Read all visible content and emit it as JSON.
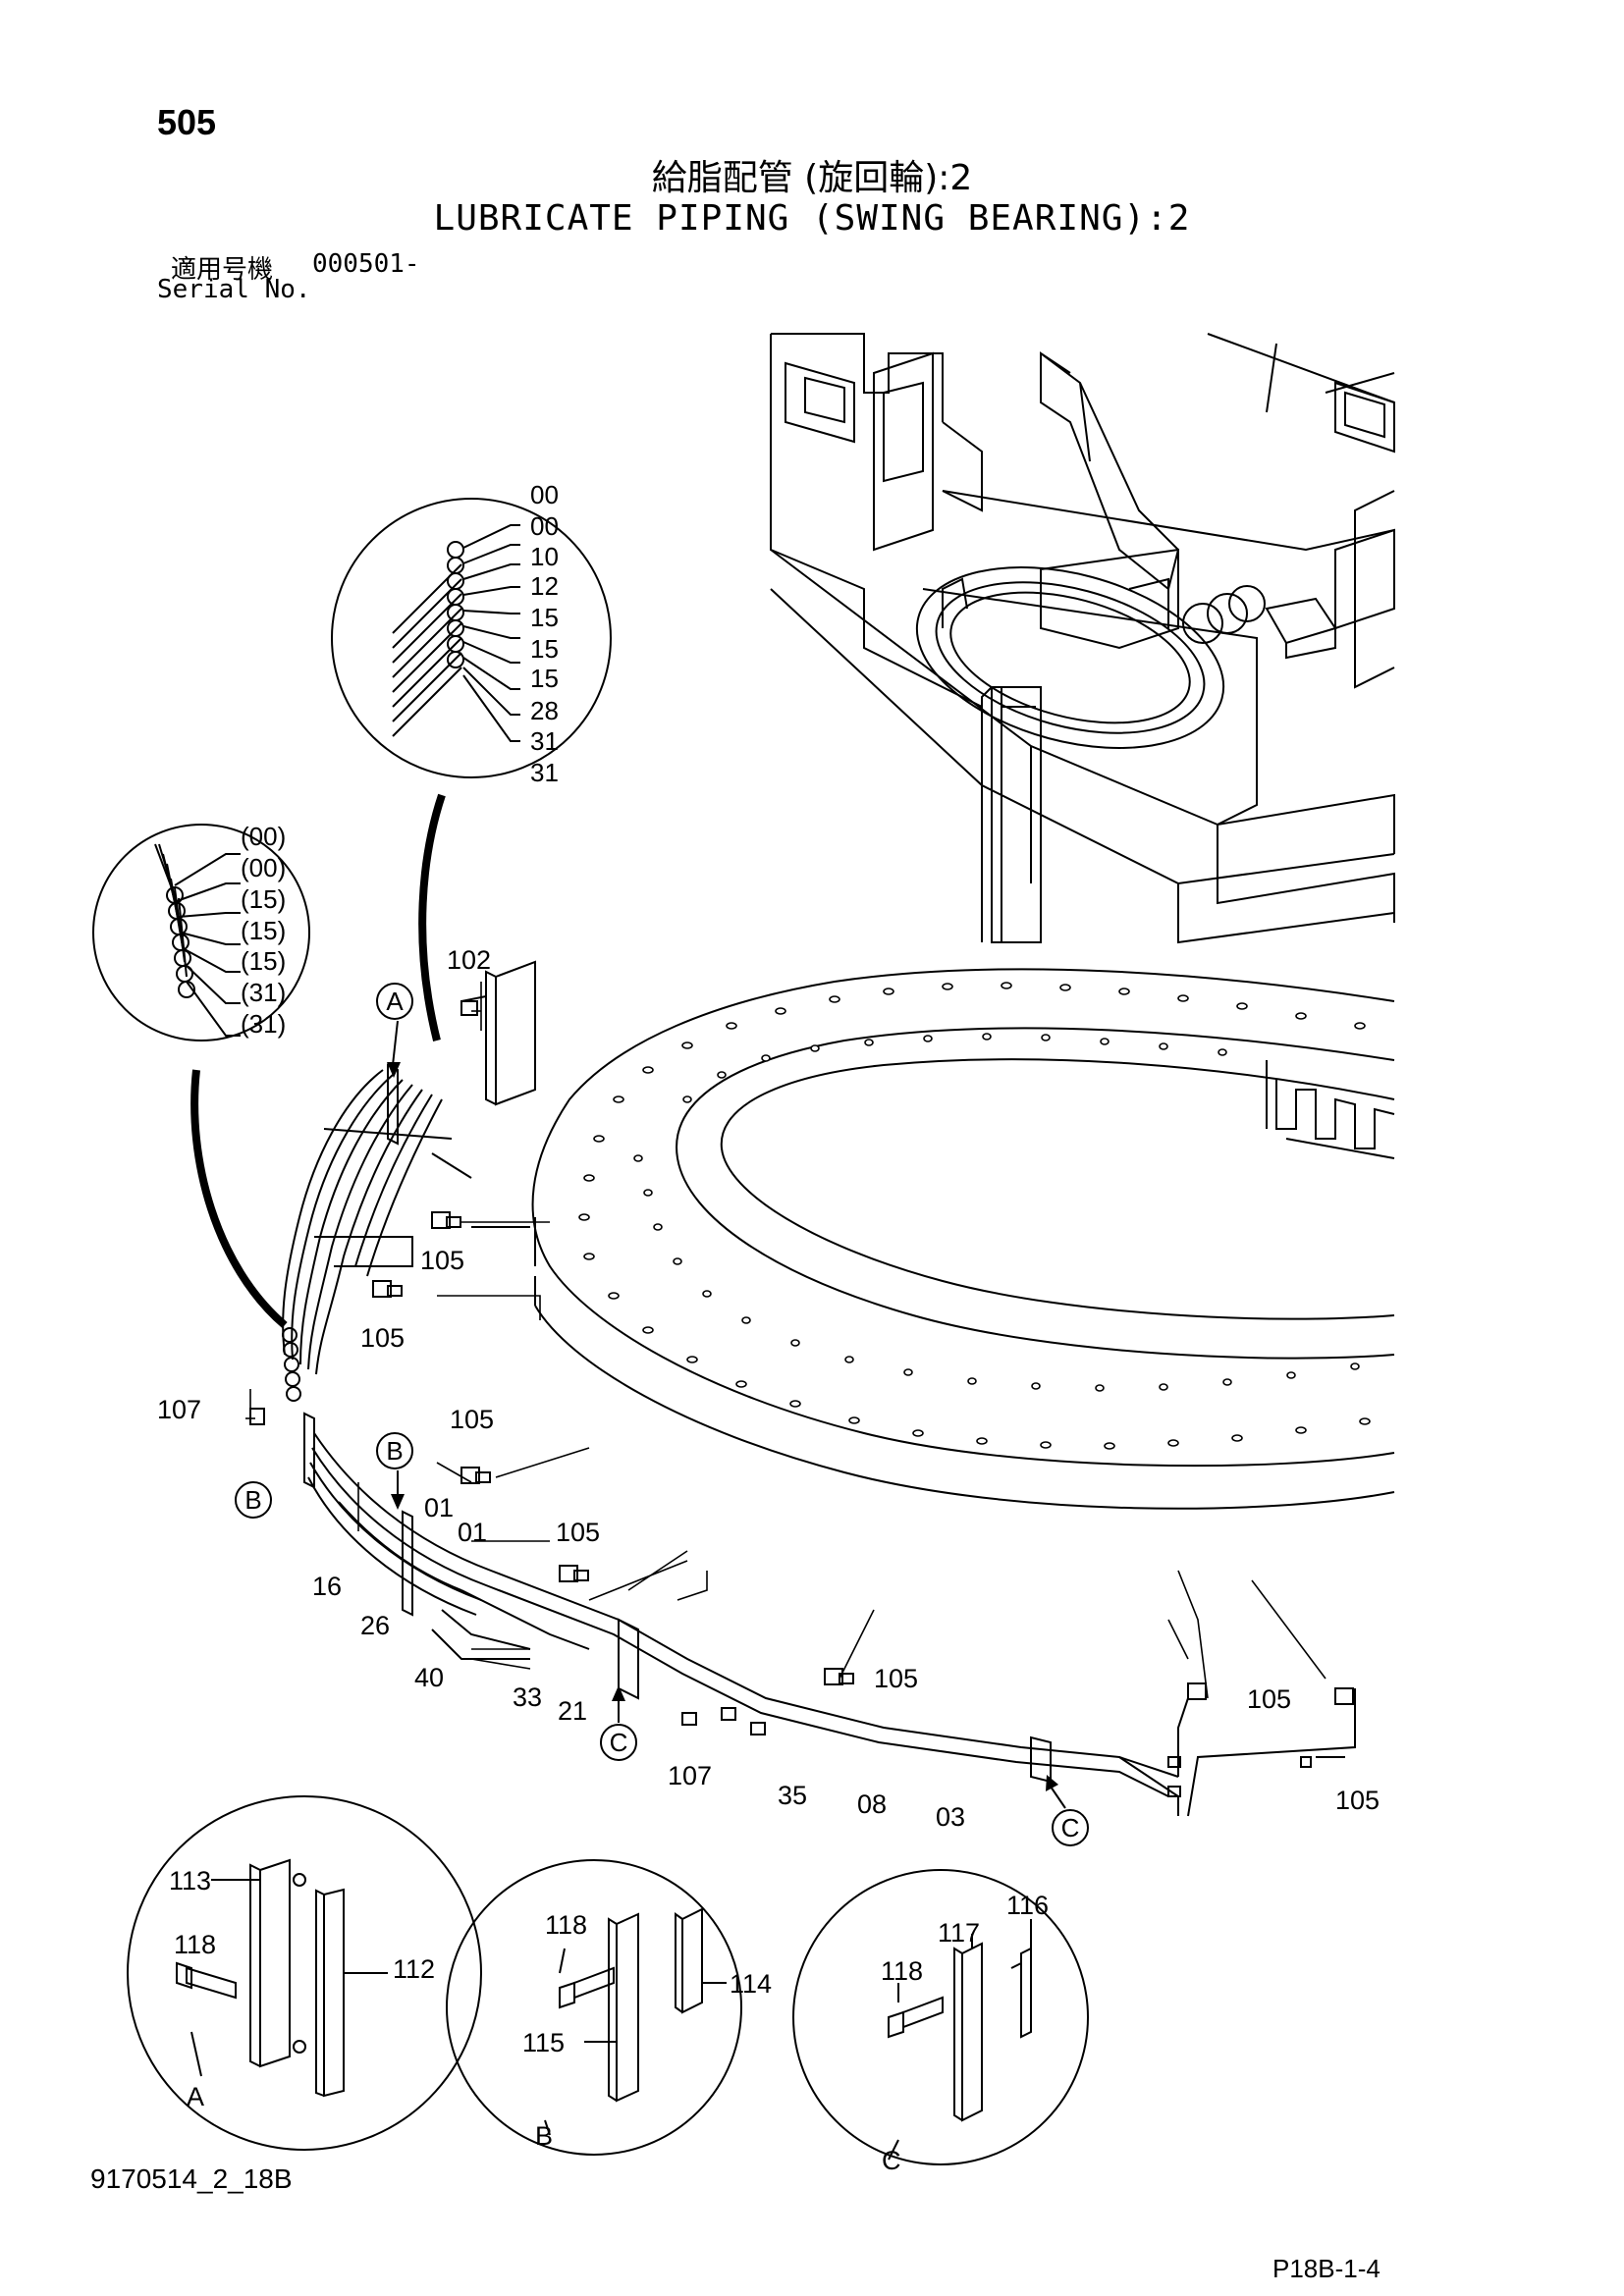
{
  "header": {
    "page_number": "505",
    "title_ja": "給脂配管 (旋回輪):2",
    "title_en": "LUBRICATE PIPING (SWING BEARING):2",
    "serial_label_ja": "適用号機",
    "serial_value": "000501-",
    "serial_label_en": "Serial No."
  },
  "footer": {
    "drawing_id": "9170514_2_18B",
    "sheet_code": "P18B-1-4"
  },
  "detail_upper": {
    "callouts": [
      "00",
      "00",
      "10",
      "12",
      "15",
      "15",
      "15",
      "28",
      "31",
      "31"
    ]
  },
  "detail_left": {
    "callouts": [
      "(00)",
      "(00)",
      "(15)",
      "(15)",
      "(15)",
      "(31)",
      "(31)"
    ]
  },
  "view_markers": {
    "a": "A",
    "b": "B",
    "c": "C"
  },
  "part_labels": {
    "p102": "102",
    "p105a": "105",
    "p105b": "105",
    "p105c": "105",
    "p105d": "105",
    "p105e": "105",
    "p105f": "105",
    "p105g": "105",
    "p107a": "107",
    "p107b": "107",
    "p01a": "01",
    "p01b": "01",
    "p16": "16",
    "p26": "26",
    "p40": "40",
    "p33": "33",
    "p21": "21",
    "p35": "35",
    "p08": "08",
    "p03": "03"
  },
  "detail_views": {
    "a": {
      "label": "A",
      "parts": {
        "p113": "113",
        "p118": "118",
        "p112": "112"
      }
    },
    "b": {
      "label": "B",
      "parts": {
        "p118": "118",
        "p114": "114",
        "p115": "115"
      }
    },
    "c": {
      "label": "C",
      "parts": {
        "p116": "116",
        "p117": "117",
        "p118": "118"
      }
    }
  }
}
